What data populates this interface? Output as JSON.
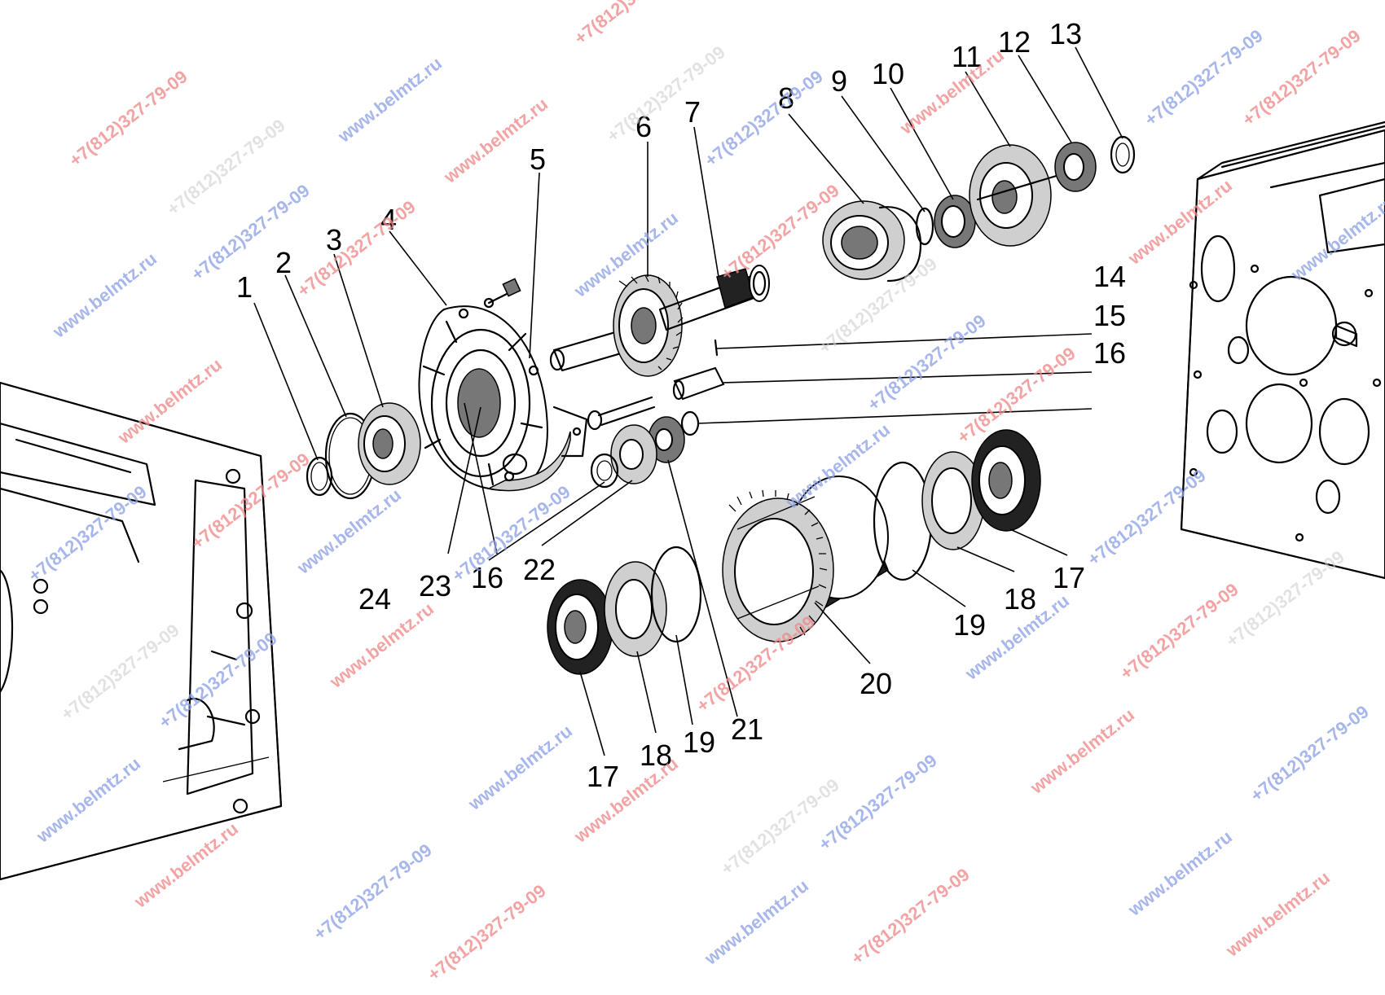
{
  "diagram": {
    "part_numbers": [
      "1",
      "2",
      "3",
      "4",
      "5",
      "6",
      "7",
      "8",
      "9",
      "10",
      "11",
      "12",
      "13",
      "14",
      "15",
      "16",
      "16",
      "17",
      "17",
      "18",
      "18",
      "19",
      "19",
      "20",
      "21",
      "22",
      "23",
      "24"
    ]
  },
  "watermarks": {
    "phone": "+7(812)327-79-09",
    "site": "www.belmtz.ru"
  }
}
